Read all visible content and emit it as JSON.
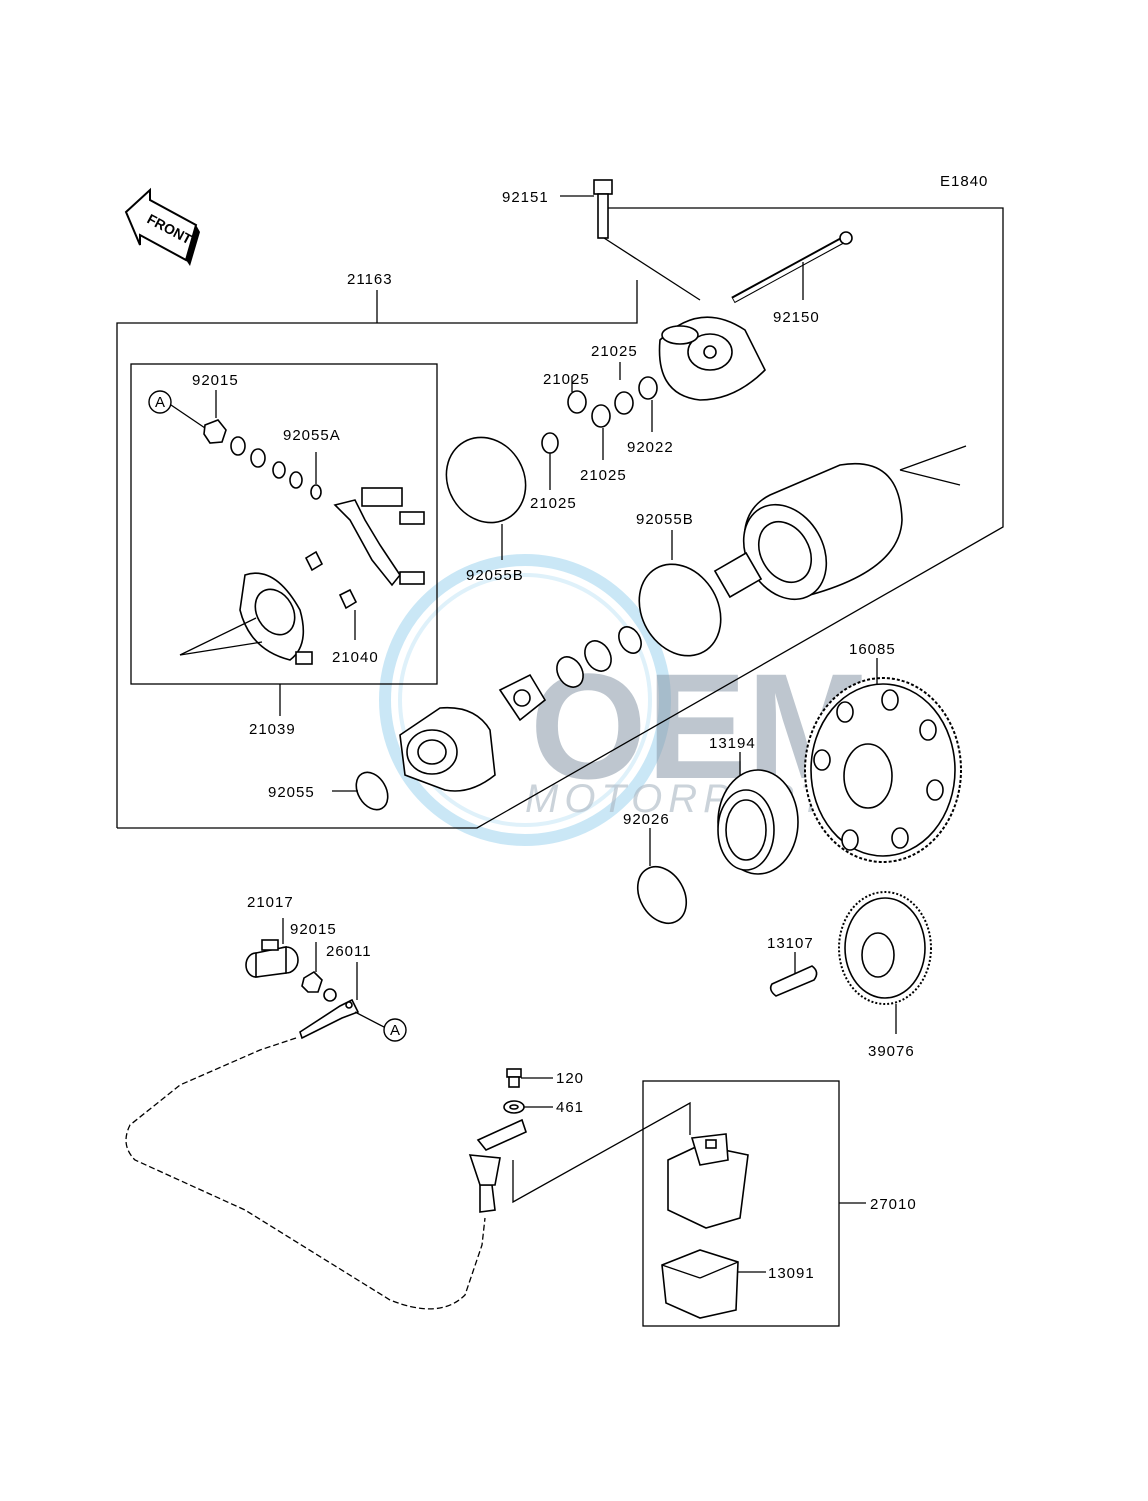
{
  "diagram_code": "E1840",
  "front_label": "FRONT",
  "watermark": {
    "brand": "OEM",
    "sub": "MOTORPARTS"
  },
  "ref_marker": "A",
  "parts": {
    "p92151": "92151",
    "p92150": "92150",
    "p21163": "21163",
    "p92015a": "92015",
    "p92055A": "92055A",
    "p21025a": "21025",
    "p21025b": "21025",
    "p21025c": "21025",
    "p21025d": "21025",
    "p92022": "92022",
    "p92055Ba": "92055B",
    "p92055Bb": "92055B",
    "p21040": "21040",
    "p21039": "21039",
    "p92055": "92055",
    "p16085": "16085",
    "p13194": "13194",
    "p92026": "92026",
    "p21017": "21017",
    "p92015b": "92015",
    "p26011": "26011",
    "p13107": "13107",
    "p39076": "39076",
    "p120": "120",
    "p461": "461",
    "p27010": "27010",
    "p13091": "13091"
  }
}
